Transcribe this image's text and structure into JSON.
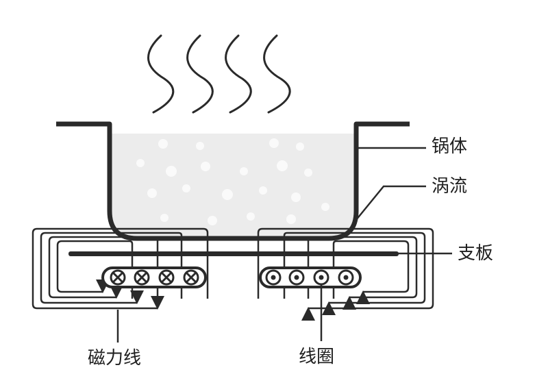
{
  "labels": {
    "pot": "锅体",
    "eddy": "涡流",
    "plate": "支板",
    "field_lines": "磁力线",
    "coil": "线圈"
  },
  "colors": {
    "line": "#2a2a2a",
    "water": "#ececec",
    "bubble": "#fafafa",
    "background": "#ffffff"
  },
  "icons": {
    "steam": "steam-wave",
    "coil_left": "cross-circle",
    "coil_right": "dot-circle"
  }
}
